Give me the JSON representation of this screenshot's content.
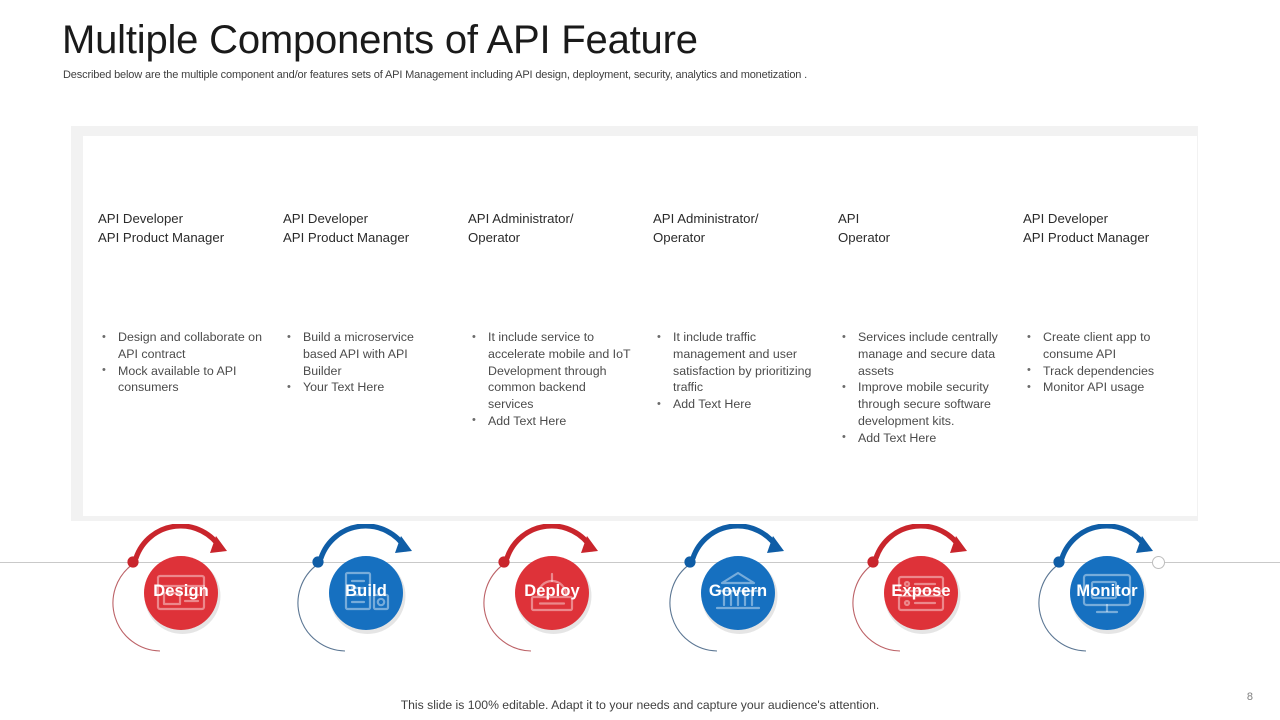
{
  "header": {
    "title": "Multiple Components of API Feature",
    "subtitle": "Described below are the multiple component and/or features sets of API Management including API design, deployment, security, analytics and monetization ."
  },
  "colors": {
    "red": "#DE3239",
    "red_dark": "#C9252C",
    "blue": "#1670C0",
    "blue_dark": "#0F5DA6",
    "panel_frame": "#F2F2F2",
    "panel_inner": "#FFFFFF",
    "line": "#C9C9C9",
    "text": "#4B4B4B",
    "heading": "#1A1A1A"
  },
  "columns": [
    {
      "role": "API Developer\nAPI Product Manager",
      "bullets": [
        "Design and collaborate on API contract",
        "Mock available to API consumers"
      ],
      "badge": {
        "label": "Design",
        "color": "#DE3239",
        "icon": "design-icon",
        "arrow": "red"
      }
    },
    {
      "role": "API Developer\nAPI Product Manager",
      "bullets": [
        "Build a microservice based API with API Builder",
        "Your Text Here"
      ],
      "badge": {
        "label": "Build",
        "color": "#1670C0",
        "icon": "build-icon",
        "arrow": "blue"
      }
    },
    {
      "role": "API Administrator/\nOperator",
      "bullets": [
        "It include service to accelerate mobile and IoT Development through common backend services",
        "Add Text Here"
      ],
      "badge": {
        "label": "Deploy",
        "color": "#DE3239",
        "icon": "deploy-icon",
        "arrow": "red"
      }
    },
    {
      "role": "API Administrator/\nOperator",
      "bullets": [
        "It include traffic management and user satisfaction by prioritizing traffic",
        "Add Text Here"
      ],
      "badge": {
        "label": "Govern",
        "color": "#1670C0",
        "icon": "govern-icon",
        "arrow": "blue"
      }
    },
    {
      "role": "API\nOperator",
      "bullets": [
        "Services include centrally manage and secure data assets",
        "Improve mobile security through secure software development kits.",
        "Add Text Here"
      ],
      "badge": {
        "label": "Expose",
        "color": "#DE3239",
        "icon": "expose-icon",
        "arrow": "red"
      }
    },
    {
      "role": "API Developer\nAPI Product Manager",
      "bullets": [
        "Create client app to consume API",
        "Track dependencies",
        "Monitor API usage"
      ],
      "badge": {
        "label": "Monitor",
        "color": "#1670C0",
        "icon": "monitor-icon",
        "arrow": "blue"
      }
    }
  ],
  "footer": {
    "note": "This slide is 100% editable. Adapt it to your needs and capture your audience's attention.",
    "page_number": "8"
  }
}
